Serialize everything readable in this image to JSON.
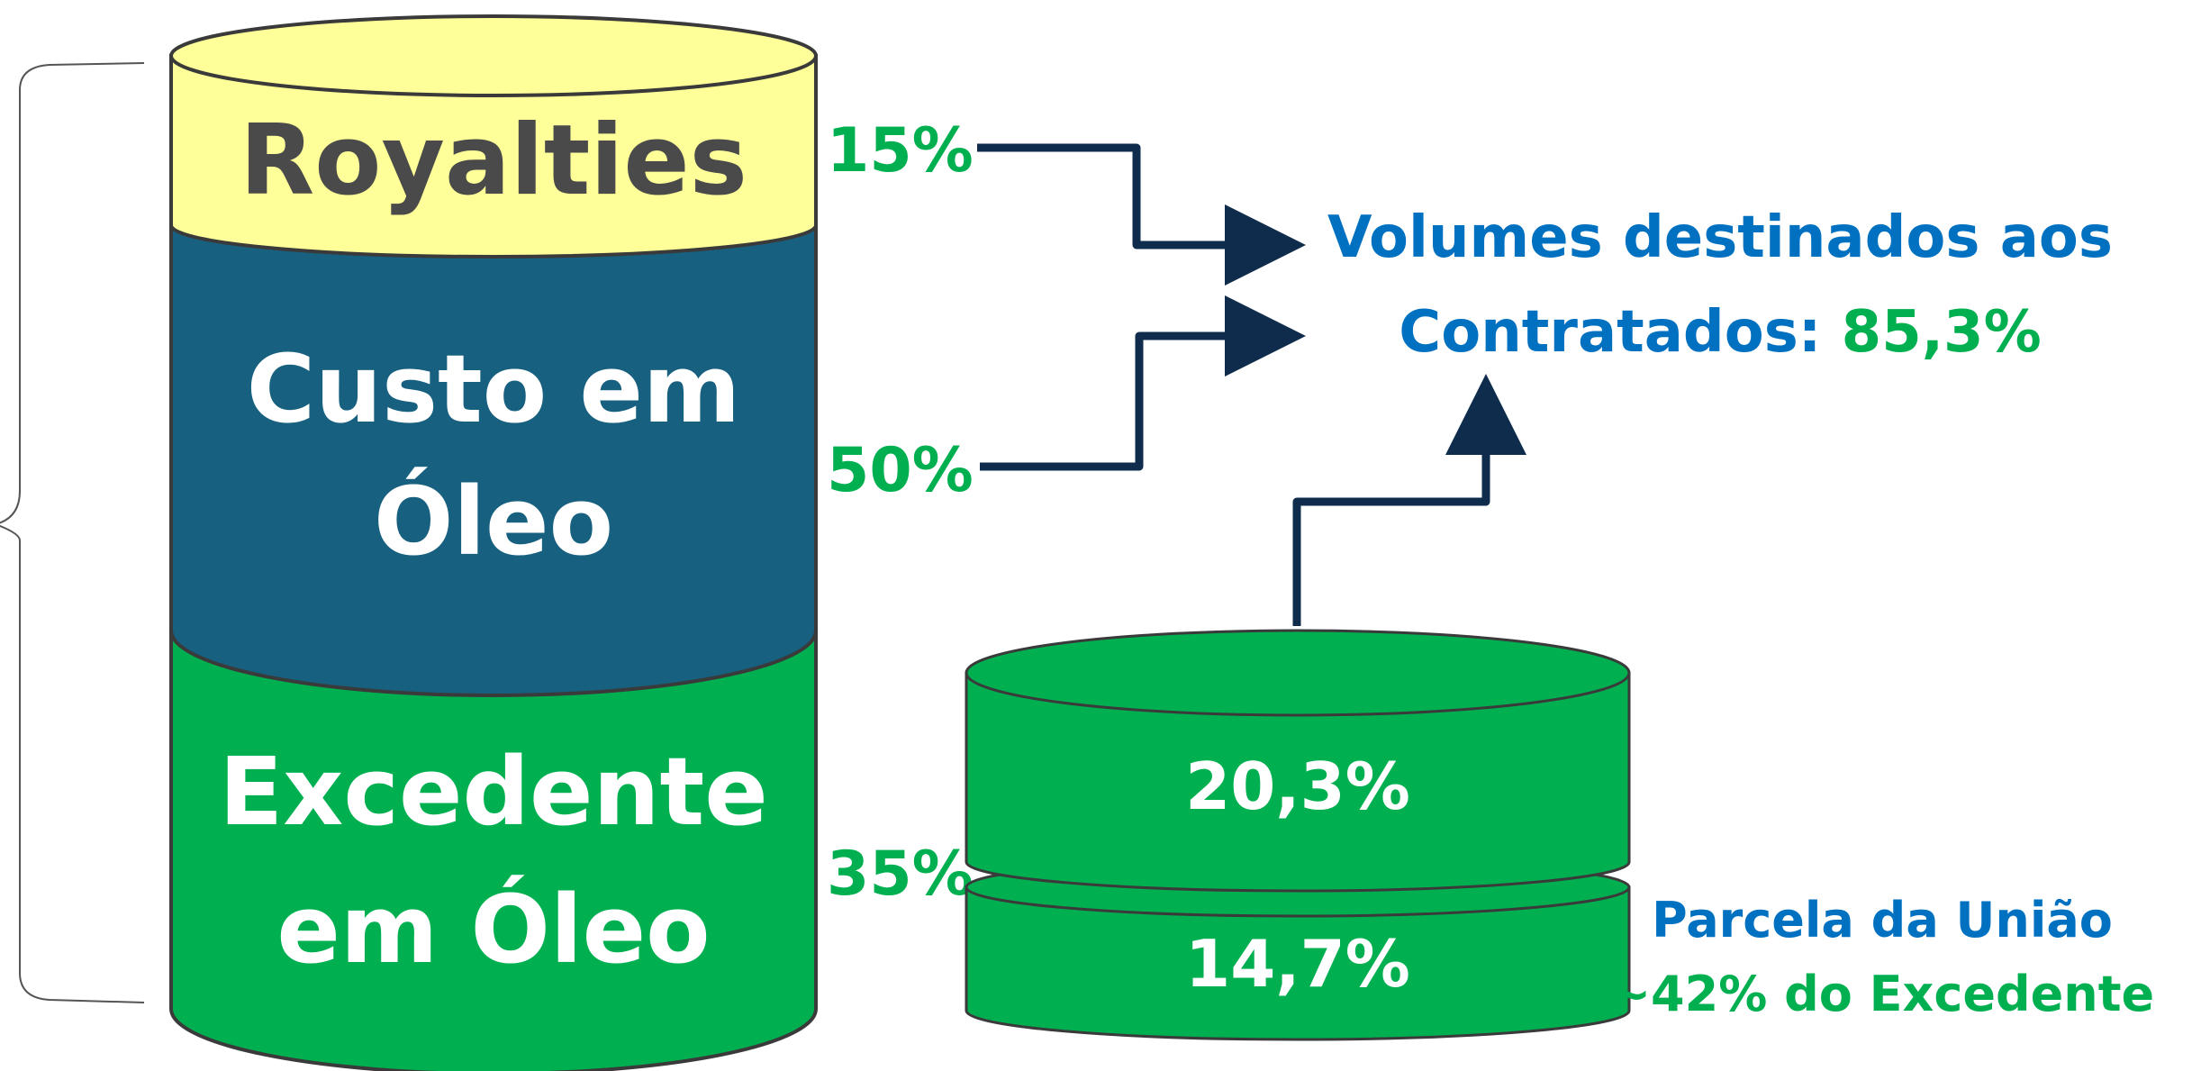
{
  "main_cylinder": {
    "royalties_label": "Royalties",
    "custo_line1": "Custo em",
    "custo_line2": "Óleo",
    "excedente_line1": "Excedente",
    "excedente_line2": "em Óleo"
  },
  "percentages": {
    "royalties": "15%",
    "custo": "50%",
    "excedente": "35%"
  },
  "contratados": {
    "line1": "Volumes destinados aos",
    "line2_prefix": "Contratados: ",
    "line2_value": "85,3%"
  },
  "small_cylinder": {
    "upper_value": "20,3%",
    "lower_value": "14,7%"
  },
  "uniao": {
    "line1": "Parcela da União",
    "line2": "~42% do Excedente"
  },
  "colors": {
    "royalties": "#FFFF99",
    "custo": "#17607F",
    "excedente": "#00B050",
    "blue_text": "#0070C0",
    "green_text": "#00B050",
    "arrow": "#0F2C4C",
    "dark_text": "#4A4A4A"
  }
}
